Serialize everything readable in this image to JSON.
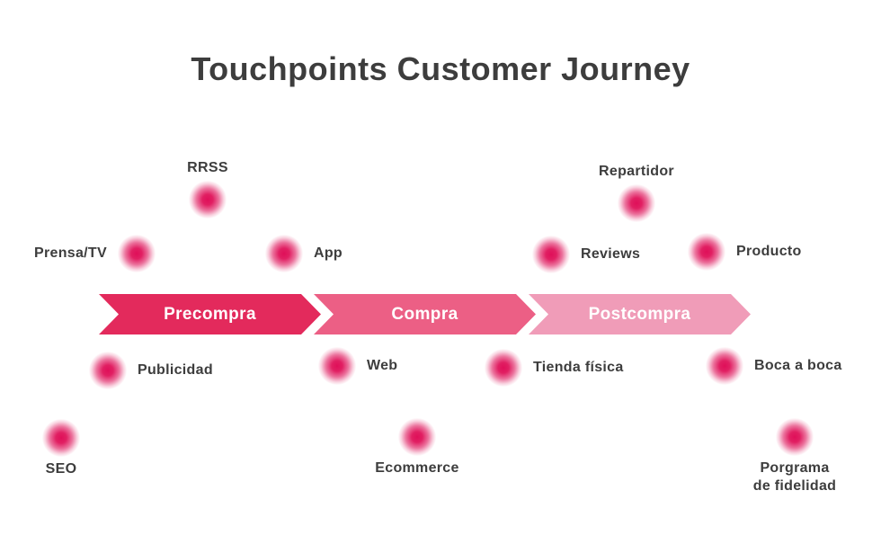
{
  "title": "Touchpoints Customer Journey",
  "stages": [
    {
      "label": "Precompra",
      "color": "#e32a5c"
    },
    {
      "label": "Compra",
      "color": "#ec5f85"
    },
    {
      "label": "Postcompra",
      "color": "#f09cb8"
    }
  ],
  "touchpoints": [
    {
      "id": "prensa-tv",
      "label": "Prensa/TV"
    },
    {
      "id": "rrss",
      "label": "RRSS"
    },
    {
      "id": "app",
      "label": "App"
    },
    {
      "id": "repartidor",
      "label": "Repartidor"
    },
    {
      "id": "reviews",
      "label": "Reviews"
    },
    {
      "id": "producto",
      "label": "Producto"
    },
    {
      "id": "publicidad",
      "label": "Publicidad"
    },
    {
      "id": "web",
      "label": "Web"
    },
    {
      "id": "tienda-fisica",
      "label": "Tienda física"
    },
    {
      "id": "boca-a-boca",
      "label": "Boca a boca"
    },
    {
      "id": "seo",
      "label": "SEO"
    },
    {
      "id": "ecommerce",
      "label": "Ecommerce"
    },
    {
      "id": "programa-fidelidad",
      "label": "Porgrama\nde fidelidad"
    }
  ],
  "colors": {
    "dot_core": "#df0f59",
    "label_text": "#3d3d3d",
    "title_text": "#3d3d3d"
  }
}
